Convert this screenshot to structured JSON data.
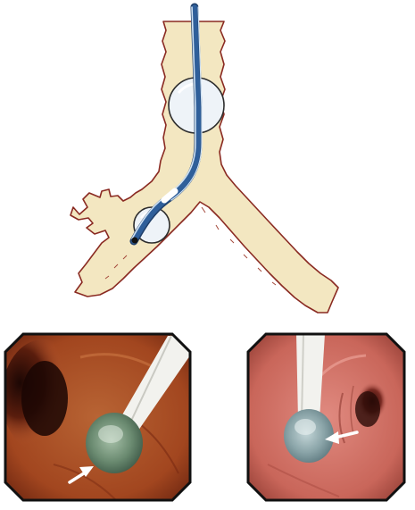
{
  "figure": {
    "diagram": {
      "subject": "tracheobronchial-tree",
      "colors": {
        "airway_fill": "#f3e7c1",
        "airway_outline": "#8a2a22",
        "tube": "#2f5f9a",
        "tube_highlight": "#cfe2f4",
        "balloon_fill": "#eef3f8",
        "balloon_outline": "#2c2c2c"
      }
    },
    "endoscopic_views": [
      {
        "id": "left",
        "colors": {
          "mucosa": "#b2542e",
          "mucosa_dark": "#4a160b",
          "balloon": "#6a8a70",
          "frame": "#111111"
        },
        "arrow": "white-arrow-pointing-to-balloon"
      },
      {
        "id": "right",
        "colors": {
          "mucosa": "#cc6e63",
          "mucosa_dark": "#5a1c17",
          "balloon": "#8aa4a8",
          "frame": "#111111"
        },
        "arrow": "white-arrow-pointing-to-balloon"
      }
    ]
  }
}
